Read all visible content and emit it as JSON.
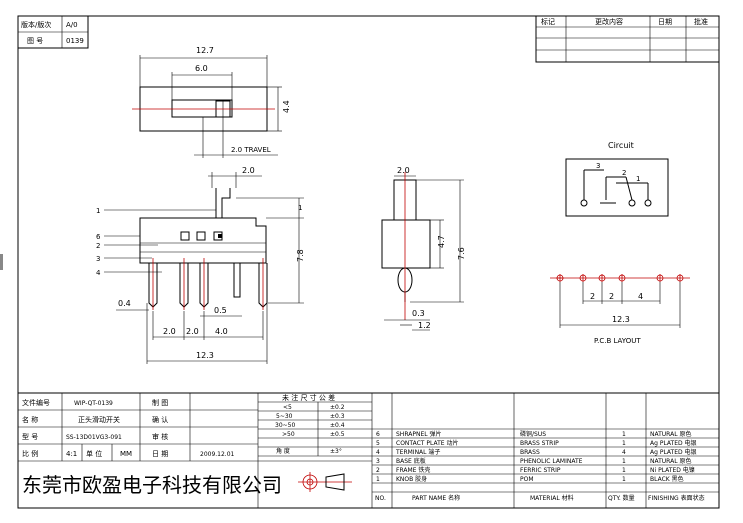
{
  "header_left": {
    "version_label": "版本/版次",
    "version_value": "A/0",
    "drawing_no_label": "图 号",
    "drawing_no_value": "0139"
  },
  "revision_table": {
    "col_mark": "标记",
    "col_content": "更改内容",
    "col_date": "日期",
    "col_approve": "批准"
  },
  "dims": {
    "top_width": "12.7",
    "top_inner": "6.0",
    "top_height": "4.4",
    "travel": "2.0 TRAVEL",
    "knob_width": "2.0",
    "side_height": "7.8",
    "pin_w": "0.4",
    "pitch1": "2.0",
    "pitch2": "2.0",
    "pitch3": "4.0",
    "pin_half": "0.5",
    "bottom_width": "12.3",
    "end_knob": "2.0",
    "end_47": "4.7",
    "end_76": "7.6",
    "end_03": "0.3",
    "end_12": "1.2",
    "pcb_d1": "2",
    "pcb_d2": "2",
    "pcb_d3": "4",
    "pcb_total": "12.3"
  },
  "callouts": [
    "1",
    "6",
    "2",
    "3",
    "4"
  ],
  "circuit": {
    "title": "Circuit",
    "n1": "1",
    "n2": "2",
    "n3": "3"
  },
  "pcb_label": "P.C.B LAYOUT",
  "title_block": {
    "rows": [
      {
        "label": "文件编号",
        "value": "WIP-QT-0139",
        "mid_label": "制 图",
        "mid_value": ""
      },
      {
        "label": "名 称",
        "value": "正头滑动开关",
        "mid_label": "确 认",
        "mid_value": ""
      },
      {
        "label": "型 号",
        "value": "SS-13D01VG3-091",
        "mid_label": "审 核",
        "mid_value": ""
      }
    ],
    "scale_label": "比 例",
    "scale_value": "4:1",
    "unit_label": "单 位",
    "unit_value": "MM",
    "date_label": "日 期",
    "date_value": "2009.12.01",
    "company": "东莞市欧盈电子科技有限公司"
  },
  "tolerance": {
    "title": "未 注 尺 寸 公 差",
    "rows": [
      {
        "range": "<5",
        "tol": "±0.2"
      },
      {
        "range": "5~30",
        "tol": "±0.3"
      },
      {
        "range": "30~50",
        "tol": "±0.4"
      },
      {
        "range": ">50",
        "tol": "±0.5"
      },
      {
        "range": "角 度",
        "tol": "±3°"
      }
    ]
  },
  "bom": {
    "header": {
      "no": "NO.",
      "part": "PART NAME 名称",
      "material": "MATERIAL 材料",
      "qty": "QTY. 数量",
      "finish": "FINISHING 表面状态"
    },
    "rows": [
      {
        "no": "6",
        "part": "SHRAPNEL 弹片",
        "material": "磷铜/SUS",
        "qty": "1",
        "finish": "NATURAL 原色"
      },
      {
        "no": "5",
        "part": "CONTACT PLATE 动片",
        "material": "BRASS STRIP",
        "qty": "1",
        "finish": "Ag PLATED 电银"
      },
      {
        "no": "4",
        "part": "TERMINAL 端子",
        "material": "BRASS",
        "qty": "4",
        "finish": "Ag PLATED 电银"
      },
      {
        "no": "3",
        "part": "BASE 底板",
        "material": "PHENOLIC LAMINATE",
        "qty": "1",
        "finish": "NATURAL 原色"
      },
      {
        "no": "2",
        "part": "FRAME 铁壳",
        "material": "FERRIC STRIP",
        "qty": "1",
        "finish": "Ni PLATED 电镍"
      },
      {
        "no": "1",
        "part": "KNOB 胶身",
        "material": "POM",
        "qty": "1",
        "finish": "BLACK 黑色"
      }
    ]
  }
}
